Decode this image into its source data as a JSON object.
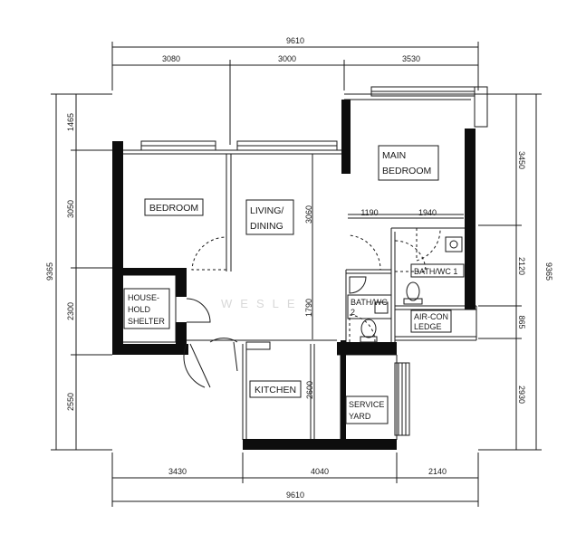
{
  "dimensions": {
    "top_overall": "9610",
    "top_segments": [
      "3080",
      "3000",
      "3530"
    ],
    "bottom_segments": [
      "3430",
      "4040",
      "2140"
    ],
    "bottom_overall": "9610",
    "left_overall": "9365",
    "left_segments": [
      "1465",
      "3050",
      "2300",
      "2550"
    ],
    "right_overall": "9365",
    "right_segments": [
      "3450",
      "2120",
      "865",
      "2930"
    ],
    "interior": {
      "main_bed_left": "1190",
      "main_bed_right": "1940",
      "living_top": "3060",
      "living_bottom": "1790",
      "kitchen": "2600"
    }
  },
  "rooms": {
    "bedroom": "BEDROOM",
    "living_line1": "LIVING/",
    "living_line2": "DINING",
    "main_bedroom_line1": "MAIN",
    "main_bedroom_line2": "BEDROOM",
    "household_line1": "HOUSE-",
    "household_line2": "HOLD",
    "household_line3": "SHELTER",
    "kitchen": "KITCHEN",
    "bath1": "BATH/WC  1",
    "bath2_line1": "BATH/WC",
    "bath2_line2": "2",
    "aircon_line1": "AIR-CON",
    "aircon_line2": "LEDGE",
    "service_line1": "SERVICE",
    "service_line2": "YARD"
  },
  "watermark": "WESLE"
}
